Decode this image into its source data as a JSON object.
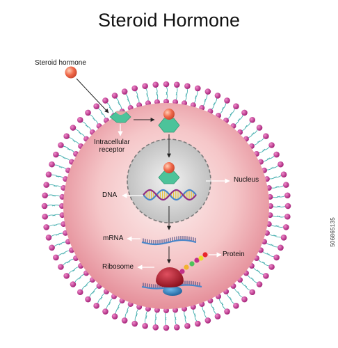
{
  "title": "Steroid Hormone",
  "labels": {
    "hormone": "Steroid hormone",
    "receptor_line1": "Intracellular",
    "receptor_line2": "receptor",
    "nucleus": "Nucleus",
    "dna": "DNA",
    "mrna": "mRNA",
    "ribosome": "Ribosome",
    "protein": "Protein"
  },
  "stock_id": "506865135",
  "colors": {
    "membrane_head": "#c2308a",
    "membrane_tail": "#48b0b0",
    "cytoplasm_center": "#fbeaea",
    "cytoplasm_edge": "#e58f9a",
    "nucleus": "#c9c9c9",
    "receptor": "#4cc39a",
    "hormone": "#f0694a",
    "dna_strand_a": "#4a86c9",
    "dna_strand_b": "#8f2e86",
    "dna_rungs": "#e8c23c",
    "ribosome_large": "#b31d2b",
    "ribosome_small": "#2b84c9",
    "protein_chain": [
      "#c2308a",
      "#f3b230",
      "#4cc35a",
      "#c2308a",
      "#e8e02c",
      "#e8252b"
    ]
  }
}
